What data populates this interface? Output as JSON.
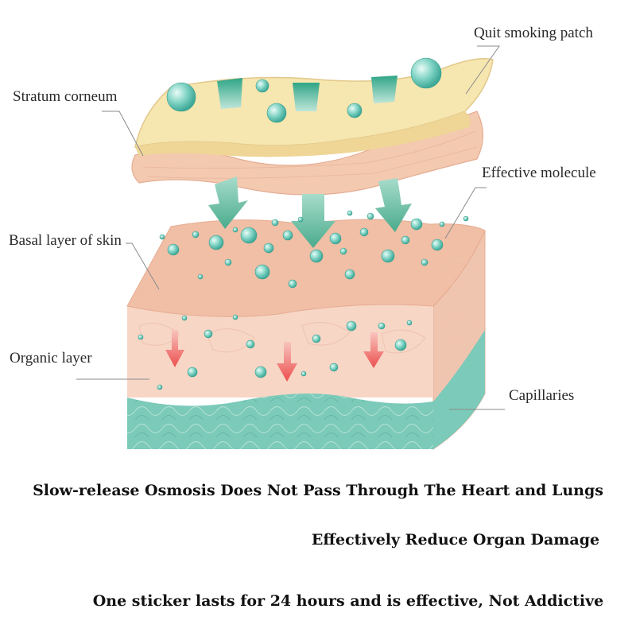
{
  "labels": {
    "patch": "Quit smoking patch",
    "stratum": "Stratum corneum",
    "molecule": "Effective molecule",
    "basal": "Basal layer of skin",
    "organic": "Organic layer",
    "capillaries": "Capillaries"
  },
  "captions": {
    "line1": "Slow-release Osmosis Does Not Pass Through The Heart and Lungs",
    "line2": "Effectively Reduce Organ Damage",
    "line3": "One sticker lasts for 24 hours and is effective, Not Addictive"
  },
  "colors": {
    "patch": "#f6e6b0",
    "stratum": "#f3c9b0",
    "basal": "#f0bfa6",
    "organic": "#f7d6c6",
    "capillary": "#7ccab9",
    "molecule": "#6fcbbf",
    "green_arrow": "#57b89a",
    "red_arrow": "#ee5e5e"
  }
}
